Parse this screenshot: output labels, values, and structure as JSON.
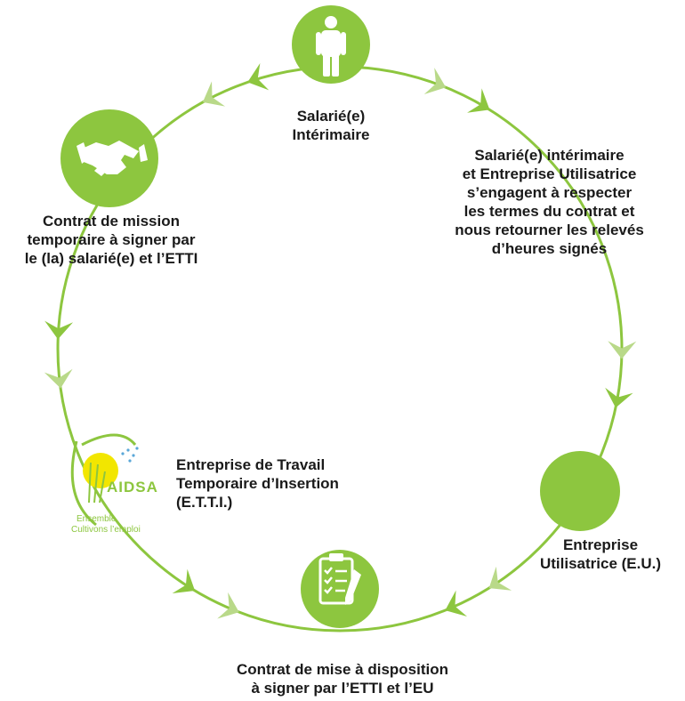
{
  "colors": {
    "green": "#8dc63f",
    "arrow_light": "#b9d989",
    "arrow_mid": "#8dc63f",
    "text": "#1a1a1a",
    "logo_yellow": "#f2e600",
    "logo_blue": "#5aa7d8"
  },
  "nodes": {
    "top": {
      "icon": "person-icon",
      "label": "Salarié(e)\nIntérimaire"
    },
    "left": {
      "icon": "handshake-icon",
      "label": "Contrat de mission\ntemporaire à signer par\nle (la) salarié(e) et l’ETTI"
    },
    "right": {
      "label": "Salarié(e) intérimaire\net Entreprise Utilisatrice\ns’engagent à respecter\nles termes du contrat et\nnous retourner les relevés\nd’heures signés"
    },
    "ett": {
      "label": "Entreprise de Travail\nTemporaire d’Insertion\n(E.T.T.I.)"
    },
    "eu": {
      "label": "Entreprise\nUtilisatrice (E.U.)"
    },
    "bottom": {
      "icon": "clipboard-checklist-icon",
      "label": "Contrat de mise à disposition\nà signer par l’ETTI et l’EU"
    }
  },
  "logo": {
    "name": "AIDSA",
    "tagline_1": "Ensemble",
    "tagline_2": "Cultivons l’emploi"
  }
}
